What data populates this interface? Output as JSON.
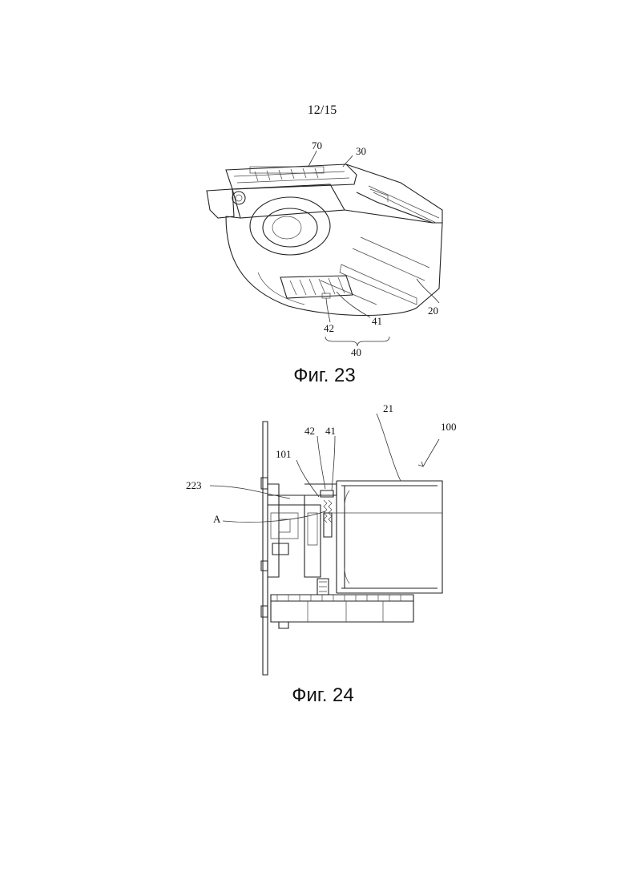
{
  "page": {
    "number": "12/15"
  },
  "figures": [
    {
      "caption": "Фиг. 23",
      "labels": {
        "l70": "70",
        "l30": "30",
        "l20": "20",
        "l41": "41",
        "l42": "42",
        "l40": "40"
      }
    },
    {
      "caption": "Фиг. 24",
      "labels": {
        "l21": "21",
        "l100": "100",
        "l42": "42",
        "l41": "41",
        "l101": "101",
        "l223": "223",
        "lA": "A"
      }
    }
  ]
}
